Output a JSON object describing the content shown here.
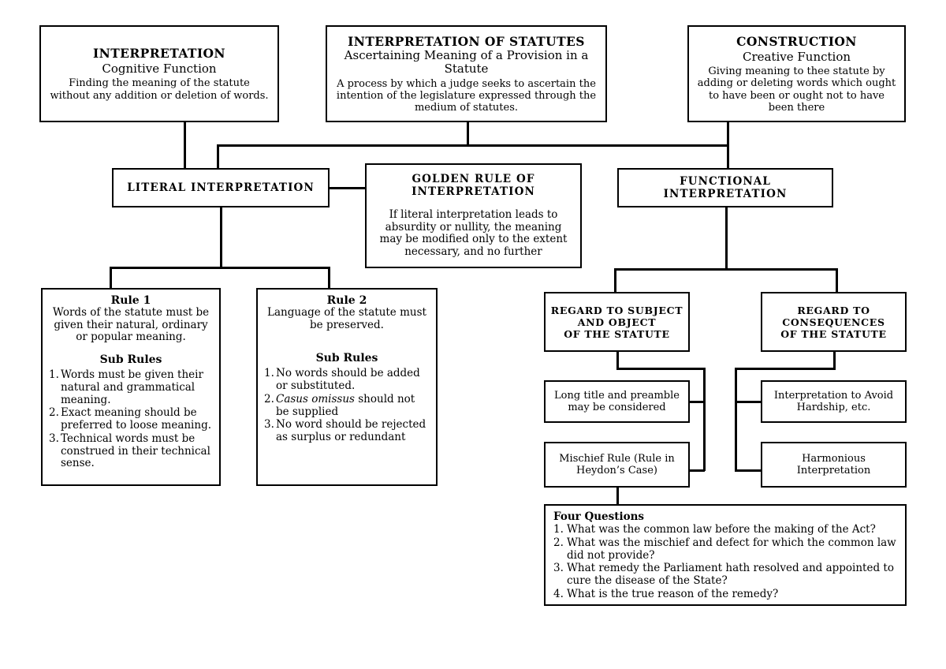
{
  "diagram": {
    "title": "Interpretation of Statutes flowchart",
    "colors": {
      "ink": "#000000",
      "paper": "#ffffff"
    }
  },
  "row1": {
    "interpretation": {
      "title": "INTERPRETATION",
      "subtitle": "Cognitive Function",
      "body": "Finding the meaning of the statute without any addition or deletion of words."
    },
    "interpretation_of_statutes": {
      "title": "INTERPRETATION OF STATUTES",
      "subtitle": "Ascertaining Meaning of a Provision in a Statute",
      "body": "A process by which a judge seeks to ascertain the intention of the legislature expressed through the medium of statutes."
    },
    "construction": {
      "title": "CONSTRUCTION",
      "subtitle": "Creative Function",
      "body": "Giving meaning to thee statute by adding or deleting words which ought to have been or ought not to have been there"
    }
  },
  "row2": {
    "literal": {
      "title": "LITERAL INTERPRETATION"
    },
    "golden": {
      "title_line1": "GOLDEN RULE OF",
      "title_line2": "INTERPRETATION",
      "body": "If literal interpretation leads to absurdity or nullity, the meaning may be modified only to the extent necessary, and no further"
    },
    "functional": {
      "title": "FUNCTIONAL INTERPRETATION"
    }
  },
  "rule1": {
    "title": "Rule 1",
    "intro": "Words of the statute must be given their natural, ordinary or popular meaning.",
    "sub_heading": "Sub Rules",
    "subs": [
      {
        "num": "1.",
        "text": "Words must be given their natural and grammatical meaning."
      },
      {
        "num": "2.",
        "text": "Exact meaning should be preferred to loose meaning."
      },
      {
        "num": "3.",
        "text": "Technical words must be construed in their technical sense."
      }
    ]
  },
  "rule2": {
    "title": "Rule 2",
    "intro": "Language of the statute must be preserved.",
    "sub_heading": "Sub Rules",
    "subs": [
      {
        "num": "1.",
        "pre": "",
        "ital": "",
        "post": "No words should be added or substituted."
      },
      {
        "num": "2.",
        "pre": "",
        "ital": "Casus omissus",
        "post": " should not be supplied"
      },
      {
        "num": "3.",
        "pre": "",
        "ital": "",
        "post": "No word should be rejected as surplus or redundant"
      }
    ]
  },
  "functional_branch": {
    "subject_object": {
      "line1": "REGARD TO SUBJECT",
      "line2": "AND OBJECT",
      "line3": "OF THE STATUTE"
    },
    "consequences": {
      "line1": "REGARD TO",
      "line2": "CONSEQUENCES",
      "line3": "OF THE STATUTE"
    },
    "long_title": {
      "line1": "Long title and preamble",
      "line2": "may be considered"
    },
    "mischief": {
      "line1": "Mischief Rule (Rule in",
      "line2": "Heydon’s Case)"
    },
    "avoid_hardship": {
      "line1": "Interpretation to Avoid",
      "line2": "Hardship, etc."
    },
    "harmonious": {
      "line1": "Harmonious",
      "line2": "Interpretation"
    }
  },
  "four_questions": {
    "heading": "Four Questions",
    "items": [
      {
        "num": "1.",
        "text": "What was the common law before the making of the Act?"
      },
      {
        "num": "2.",
        "text": "What was the mischief and defect for which the common law did not provide?"
      },
      {
        "num": "3.",
        "text": "What remedy the Parliament hath resolved and appointed to cure the disease of the State?"
      },
      {
        "num": "4.",
        "text": "What is the true reason of the remedy?"
      }
    ]
  }
}
